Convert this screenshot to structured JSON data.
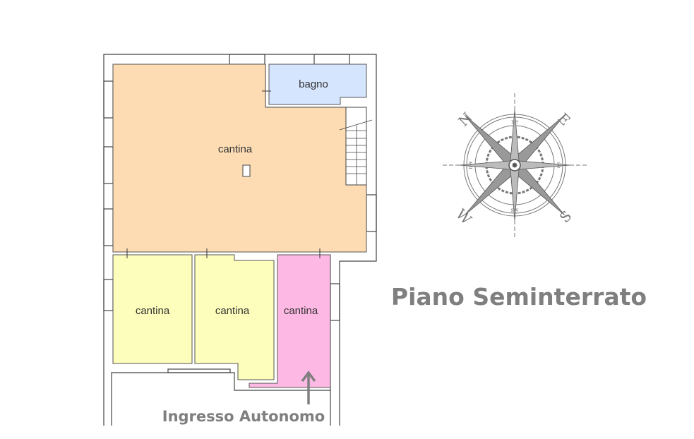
{
  "title": "Piano Seminterrato",
  "entrance_label": "Ingresso Autonomo",
  "rooms": [
    {
      "label": "cantina",
      "color": "#fddcb4"
    },
    {
      "label": "bagno",
      "color": "#d5e5fd"
    },
    {
      "label": "cantina",
      "color": "#fdfdbc"
    },
    {
      "label": "cantina",
      "color": "#fdfdbc"
    },
    {
      "label": "cantina",
      "color": "#fdb8e4"
    }
  ],
  "compass": {
    "n": "N",
    "e": "E",
    "s": "S",
    "w": "W",
    "ne": "ne",
    "se": "se",
    "sw": "sw",
    "nw": "nw"
  },
  "colors": {
    "wall": "#444444",
    "text_gray": "#7f7f7f"
  }
}
